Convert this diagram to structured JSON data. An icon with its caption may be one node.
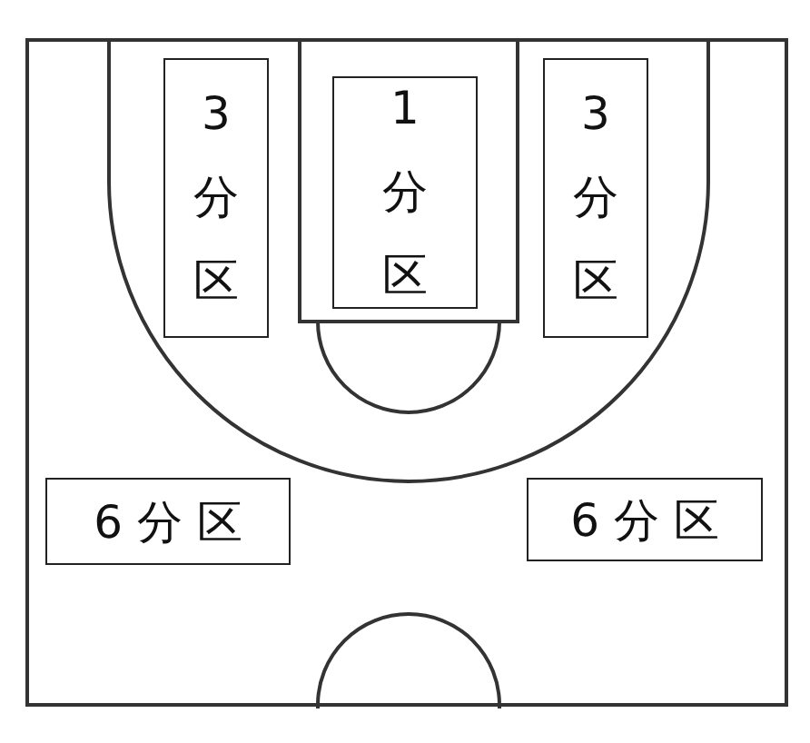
{
  "diagram": {
    "nodes": [
      {
        "text": [
          "3分区"
        ]
      },
      {
        "text": [
          "1分区"
        ]
      },
      {
        "text": [
          "3分区"
        ]
      },
      {
        "text": [
          "6 分 区"
        ]
      },
      {
        "text": [
          "6 分 区"
        ]
      }
    ]
  }
}
